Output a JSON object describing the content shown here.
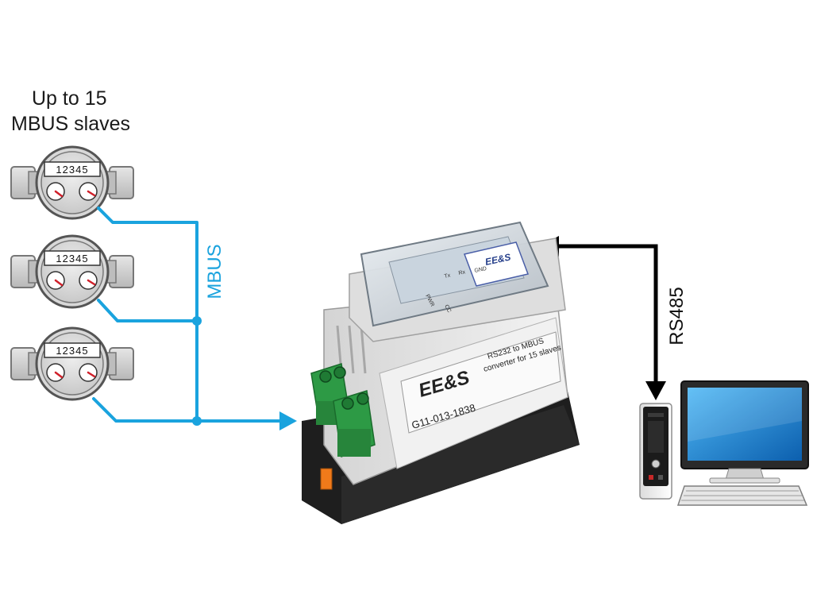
{
  "heading": {
    "line1": "Up to 15",
    "line2": "MBUS slaves"
  },
  "meters": [
    {
      "display": "12345"
    },
    {
      "display": "12345"
    },
    {
      "display": "12345"
    }
  ],
  "bus": {
    "label": "MBUS",
    "color": "#1aa3de"
  },
  "converter": {
    "brand": "EE&S",
    "description_line1": "RS232 to MBUS",
    "description_line2": "converter for 15 slaves",
    "serial": "G11-013-1838",
    "pcb_brand": "EE&S",
    "pcb_labels": [
      "Tx",
      "Rx",
      "GND",
      "PWR",
      "CC"
    ]
  },
  "link": {
    "label": "RS485",
    "color": "#000000"
  },
  "computer": {
    "screen_color": "#1f8ad8"
  }
}
